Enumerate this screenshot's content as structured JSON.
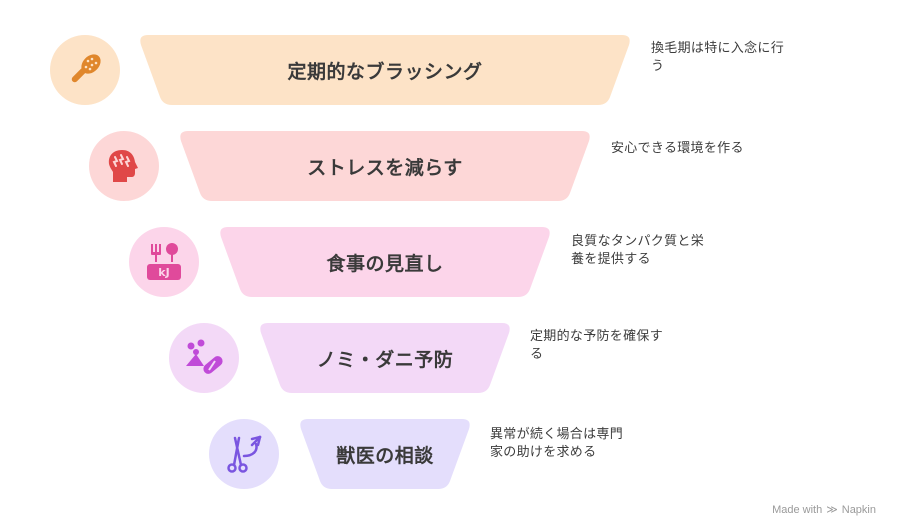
{
  "steps": [
    {
      "label": "定期的なブラッシング",
      "desc_lines": [
        "換毛期は特に入念に行",
        "う"
      ],
      "fill": "#fde3c7",
      "icon_bg": "#fde3c7",
      "icon_color": "#e0872c",
      "icon": "brush-icon"
    },
    {
      "label": "ストレスを減らす",
      "desc_lines": [
        "安心できる環境を作る"
      ],
      "fill": "#fdd7d7",
      "icon_bg": "#fdd7d7",
      "icon_color": "#e04848",
      "icon": "head-stress-icon"
    },
    {
      "label": "食事の見直し",
      "desc_lines": [
        "良質なタンパク質と栄",
        "養を提供する"
      ],
      "fill": "#fcd5ea",
      "icon_bg": "#fcd5ea",
      "icon_color": "#e04a9b",
      "icon": "food-kj-icon"
    },
    {
      "label": "ノミ・ダニ予防",
      "desc_lines": [
        "定期的な予防を確保す",
        "る"
      ],
      "fill": "#f3d9f7",
      "icon_bg": "#f3d9f7",
      "icon_color": "#c04bd8",
      "icon": "pill-icon"
    },
    {
      "label": "獣医の相談",
      "desc_lines": [
        "異常が続く場合は専門",
        "家の助けを求める"
      ],
      "fill": "#e4defc",
      "icon_bg": "#e4defc",
      "icon_color": "#7a55e0",
      "icon": "vet-scissors-icon"
    }
  ],
  "brand": {
    "prefix": "Made with",
    "name": "Napkin"
  }
}
